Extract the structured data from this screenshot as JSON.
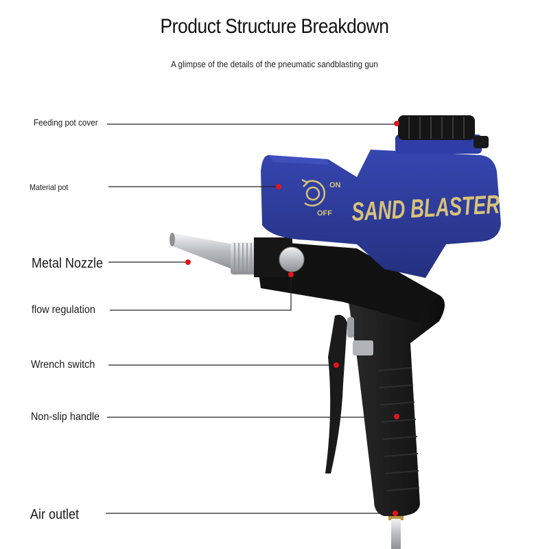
{
  "header": {
    "title": "Product Structure Breakdown",
    "subtitle": "A glimpse of the details of the pneumatic sandblasting gun"
  },
  "product": {
    "brand_text": "SAND BLASTER",
    "switch_on": "ON",
    "switch_off": "OFF"
  },
  "callouts": [
    {
      "label": "Feeding pot cover"
    },
    {
      "label": "Material pot"
    },
    {
      "label": "Metal Nozzle"
    },
    {
      "label": "flow regulation"
    },
    {
      "label": "Wrench switch"
    },
    {
      "label": "Non-slip handle"
    },
    {
      "label": "Air outlet"
    }
  ],
  "colors": {
    "pot_blue": "#2b3a9a",
    "pot_blue_dark": "#1c2770",
    "brand_gold": "#d9c27a",
    "body_black": "#141414",
    "marker_red": "#e0151b",
    "nozzle_silver": "#c9ccd0"
  }
}
